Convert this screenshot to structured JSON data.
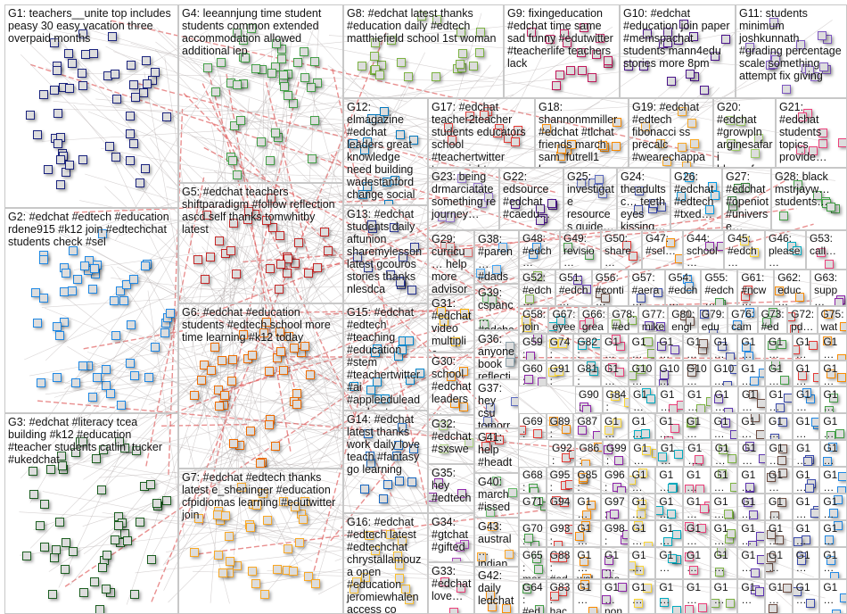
{
  "title": "NodeXL network graph of #edchat tweets, grouped by cluster",
  "groups": [
    {
      "id": "G1",
      "label": "G1: teachers__unite top includes peasy 30 easy vacation three overpaid months",
      "color": "#1a237e"
    },
    {
      "id": "G2",
      "label": "G2: #edchat #edtech #education rdene915 #k12 join #edtechchat students check #sel",
      "color": "#1e88e5"
    },
    {
      "id": "G3",
      "label": "G3: #edchat #literacy tcea building #k12 #education #teacher students catlin_tucker #ukedchat",
      "color": "#1b5e20"
    },
    {
      "id": "G4",
      "label": "G4: leeannjung time student students common extended accommodation allowed additional iep",
      "color": "#43a047"
    },
    {
      "id": "G5",
      "label": "G5: #edchat teachers shiftparadigm #follow reflection ascd self thanks tomwhitby latest",
      "color": "#c62828"
    },
    {
      "id": "G6",
      "label": "G6: #edchat #education students #edtech school more time learning #k12 today",
      "color": "#ef6c00"
    },
    {
      "id": "G7",
      "label": "G7: #edchat #edtech thanks latest e_sheninger #education cfpidiomas learning #edutwitter join",
      "color": "#f9a825"
    },
    {
      "id": "G8",
      "label": "G8: #edchat latest thanks #education daily #edtech matthiefield school 1st woman",
      "color": "#7cb342"
    },
    {
      "id": "G9",
      "label": "G9: fixingeducation #edchat time same sad funny #edutwitter #teacherlife teachers lack",
      "color": "#c2185b"
    },
    {
      "id": "G10",
      "label": "G10: #edchat #education join paper #memspachat students mann4edu stories more 8pm",
      "color": "#4a148c"
    },
    {
      "id": "G11",
      "label": "G11: students minimum joshkunnath #grading percentage scale something attempt fix giving",
      "color": "#7e57c2"
    },
    {
      "id": "G12",
      "label": "G12: elmagazine #edchat leaders great knowledge need building wadestanford change social",
      "color": "#0277bd"
    },
    {
      "id": "G17",
      "label": "G17: #edchat teacher2teacher students educators school #teachertwitter teams right prepare…",
      "color": "#e53935"
    },
    {
      "id": "G18",
      "label": "G18: shannonmmiller #edchat #tlchat friends march sam_futrell1 love…",
      "color": "#fb8c00"
    },
    {
      "id": "G19",
      "label": "G19: #edchat #edtech fibonacci ss precalc #wearechappa…",
      "color": "#f9a825"
    },
    {
      "id": "G20",
      "label": "G20: #edchat #growpln arginesafari hbryanfarm…",
      "color": "#9ccc65"
    },
    {
      "id": "G21",
      "label": "G21: #edchat students topics provide…",
      "color": "#ec407a"
    },
    {
      "id": "G13",
      "label": "G13: #edchat students daily aftunion sharemylesson latest gcouros stories thanks nlesdca",
      "color": "#283593"
    },
    {
      "id": "G23",
      "label": "G23: being drmarciatate something re journey…",
      "color": "#9575cd"
    },
    {
      "id": "G22",
      "label": "G22: edsource #edchat #caedu…",
      "color": "#4a148c"
    },
    {
      "id": "G25",
      "label": "G25: investigate resources guide…",
      "color": "#5c6bc0"
    },
    {
      "id": "G24",
      "label": "G24: theadultsc… teeth eyes kissing…",
      "color": "#3949ab"
    },
    {
      "id": "G26",
      "label": "G26: #edchat #edtech #txed…",
      "color": "#039be5"
    },
    {
      "id": "G27",
      "label": "G27: #edchat #openiot #universe…",
      "color": "#2e7d32"
    },
    {
      "id": "G28",
      "label": "G28: black mstrjayw… students…",
      "color": "#43a047"
    },
    {
      "id": "G15",
      "label": "G15: #edchat #edtech #teaching #education #stem #teachertwitter #ai #appleeduleade… best…",
      "color": "#0288d1"
    },
    {
      "id": "G14",
      "label": "G14: #edchat latest thanks work daily love teach #fantasy go learning",
      "color": "#1565c0"
    },
    {
      "id": "G16",
      "label": "G16: #edchat #edtech latest #edtechchat chrystallamouza open #education jeromiewhalen access co",
      "color": "#fbc02d"
    },
    {
      "id": "G29",
      "label": "G29: curricu… help more advisor…",
      "color": "#e57373"
    },
    {
      "id": "G31",
      "label": "G31: #edchat video multiplic…",
      "color": "#ffb300"
    },
    {
      "id": "G30",
      "label": "G30: school #edchat leaders…",
      "color": "#fb8c00"
    },
    {
      "id": "G32",
      "label": "G32: #edchat #sxswe… commu…",
      "color": "#aed581"
    },
    {
      "id": "G35",
      "label": "G35: hey #edtech… mjmadd…",
      "color": "#8e24aa"
    },
    {
      "id": "G34",
      "label": "G34: #gtchat #gifted…",
      "color": "#ab47bc"
    },
    {
      "id": "G33",
      "label": "G33: #edchat love…",
      "color": "#ec407a"
    },
    {
      "id": "G38",
      "label": "G38: #paren… #dads #mom…",
      "color": "#42a5f5"
    },
    {
      "id": "G39",
      "label": "G39: cspanc… #edchat #sscha…",
      "color": "#66bb6a"
    },
    {
      "id": "G36",
      "label": "G36: anyone book reflecti…",
      "color": "#90a4ae"
    },
    {
      "id": "G37",
      "label": "G37: hey csu tomorr… joy…",
      "color": "#5c6bc0"
    },
    {
      "id": "G41",
      "label": "G41: help #headt…",
      "color": "#e53935"
    },
    {
      "id": "G40",
      "label": "G40: march #issed…",
      "color": "#66bb6a"
    },
    {
      "id": "G43",
      "label": "G43: austral… indian…",
      "color": "#ffa726"
    },
    {
      "id": "G42",
      "label": "G42: daily ledchat…",
      "color": "#fb8c00"
    }
  ],
  "small_groups": [
    "G48: #edch…",
    "G49: revisio…",
    "G50: share…",
    "G47: #sel…",
    "G44: school…",
    "G45: #edch…",
    "G46: please…",
    "G53: call…",
    "G52: #edch…",
    "G51: #edch…",
    "G56: #conti…",
    "G57: #aera…",
    "G54: #edch…",
    "G55: #edch…",
    "G61: #ncw…",
    "G62: educ…",
    "G63: supp…",
    "G58: join thee…",
    "G67: eyee…",
    "G66: great…",
    "G78: #ed…",
    "G77: mike…",
    "G80: engl…",
    "G79: edu…",
    "G76: cam…",
    "G73: #ed…",
    "G72: pd…",
    "G75: wat…",
    "G59: rach…",
    "G74: edu…",
    "G82: dire…",
    "G1… app…",
    "G1… #g…",
    "G1… 202…",
    "G1… #a…",
    "G1… #te…",
    "G1… vid…",
    "G1… #e…",
    "G1… ces…",
    "G1… stu…",
    "G60: raffi life…",
    "G91: teac…",
    "G81: yor…",
    "G1… pro…",
    "G10…",
    "G10…",
    "G10…",
    "G10…",
    "G1…",
    "G1…",
    "G1…",
    "G1…",
    "G90: win…",
    "G84: #in…",
    "G1…",
    "G1…",
    "G1…",
    "G1…",
    "G1…",
    "G1…",
    "G1…",
    "G1…",
    "G69: #edc…",
    "G89: stud…",
    "G87",
    "G1… trici…",
    "G1…",
    "G1…",
    "G1…",
    "G1…",
    "G1…",
    "G1…",
    "G1…",
    "G1…",
    "G92: auth…",
    "G86: geo…",
    "G99: tha…",
    "G1…",
    "G1…",
    "G1…",
    "G1…",
    "G1…",
    "G1…",
    "G1…",
    "G1…",
    "G68: #edc…",
    "G95: than…",
    "G85: inte…",
    "G96: talk…",
    "G1…",
    "G1…",
    "G1…",
    "G1…",
    "G1…",
    "G1…",
    "G1…",
    "G1…",
    "G71",
    "G94",
    "G1… pan…",
    "G97: still…",
    "G1…",
    "G1…",
    "G1…",
    "G1…",
    "G1…",
    "G1…",
    "G1…",
    "G1…",
    "G70: tv…",
    "G93: see…",
    "G1…",
    "G98: alo…",
    "G1…",
    "G1…",
    "G1…",
    "G1…",
    "G1…",
    "G1…",
    "G1…",
    "G1…",
    "G65: mor…",
    "G88: #ed…",
    "G1… wal…",
    "G1… rea…",
    "G1…",
    "G1…",
    "G1…",
    "G1…",
    "G1…",
    "G1…",
    "G1…",
    "G1…",
    "G64: #edc…",
    "G83: hac…",
    "G1…",
    "G1… non…",
    "G1…",
    "G1…",
    "G1…",
    "G1…",
    "G1…",
    "G1…",
    "G1…",
    "G1…"
  ],
  "palette": [
    "#1e88e5",
    "#43a047",
    "#e53935",
    "#fb8c00",
    "#8e24aa",
    "#fdd835",
    "#00acc1",
    "#ec407a",
    "#7cb342",
    "#5e35b1",
    "#6d4c41",
    "#3949ab"
  ]
}
